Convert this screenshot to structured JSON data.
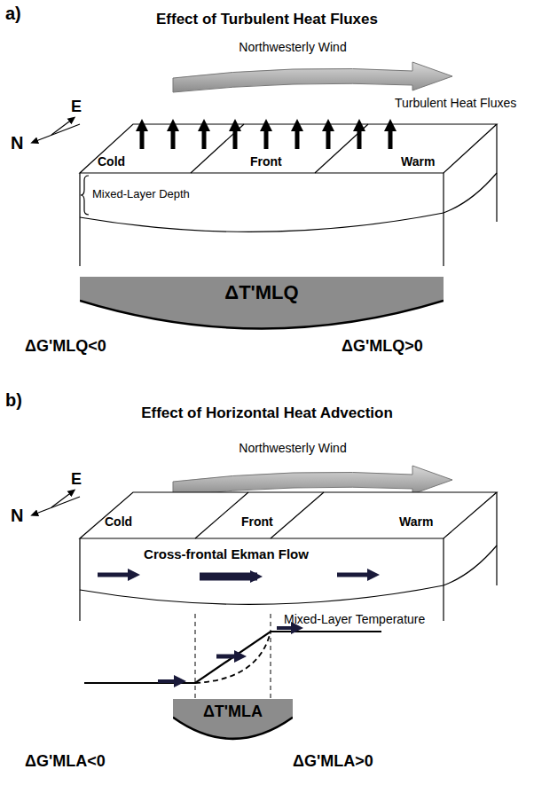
{
  "diagram": {
    "nodes": [
      {
        "text": [
          "ΔT'MLQ"
        ]
      },
      {
        "text": [
          "ΔT'MLA"
        ]
      }
    ],
    "labels": [
      "a)",
      "Effect of Turbulent Heat Fluxes",
      "Northwesterly Wind",
      "Turbulent Heat Fluxes",
      "N",
      "E",
      "Cold",
      "Front",
      "Warm",
      "Mixed-Layer Depth",
      "ΔG'MLQ<0",
      "ΔG'MLQ>0",
      "b)",
      "Effect of Horizontal Heat Advection",
      "Northwesterly Wind",
      "N",
      "E",
      "Cold",
      "Front",
      "Warm",
      "Cross-frontal Ekman Flow",
      "Mixed-Layer Temperature",
      "ΔG'MLA<0",
      "ΔG'MLA>0"
    ]
  }
}
